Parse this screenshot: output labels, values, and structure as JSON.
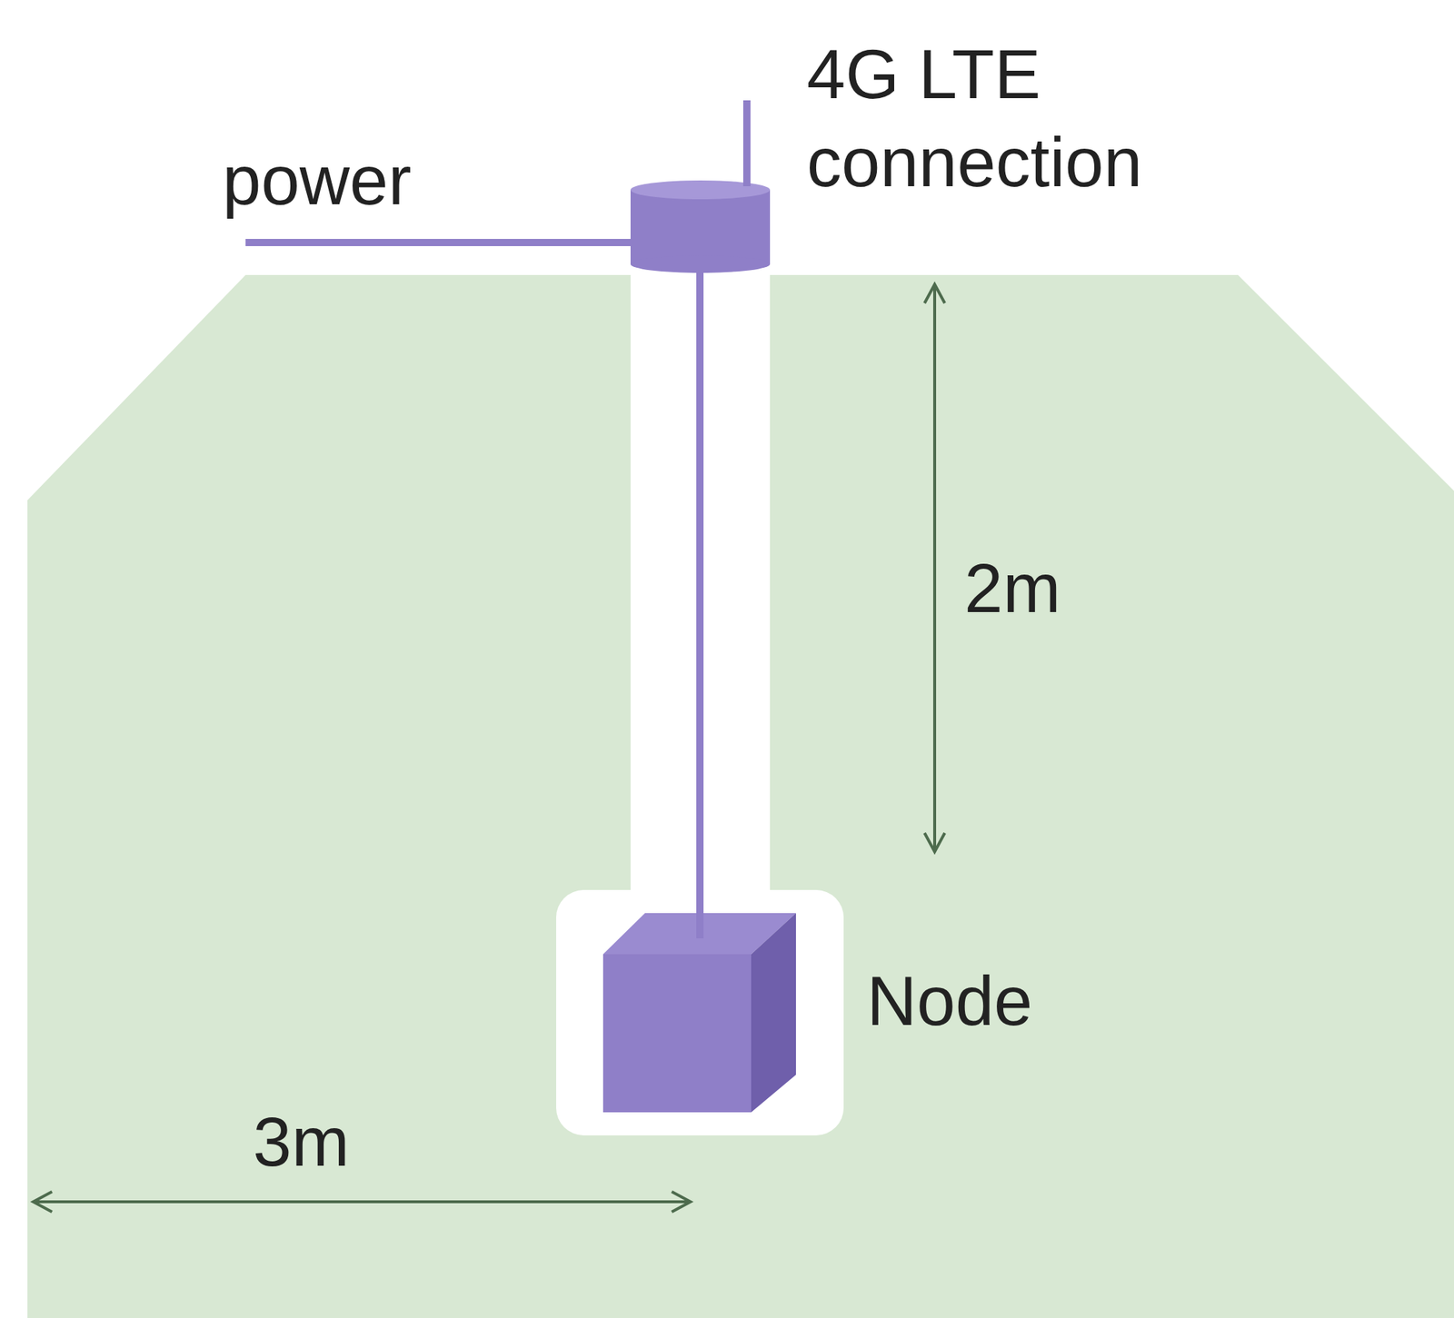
{
  "diagram": {
    "nodes": [
      {
        "text": [
          "Node"
        ]
      }
    ],
    "labels": [
      "power",
      "4G LTE connection",
      "2m",
      "3m"
    ]
  }
}
